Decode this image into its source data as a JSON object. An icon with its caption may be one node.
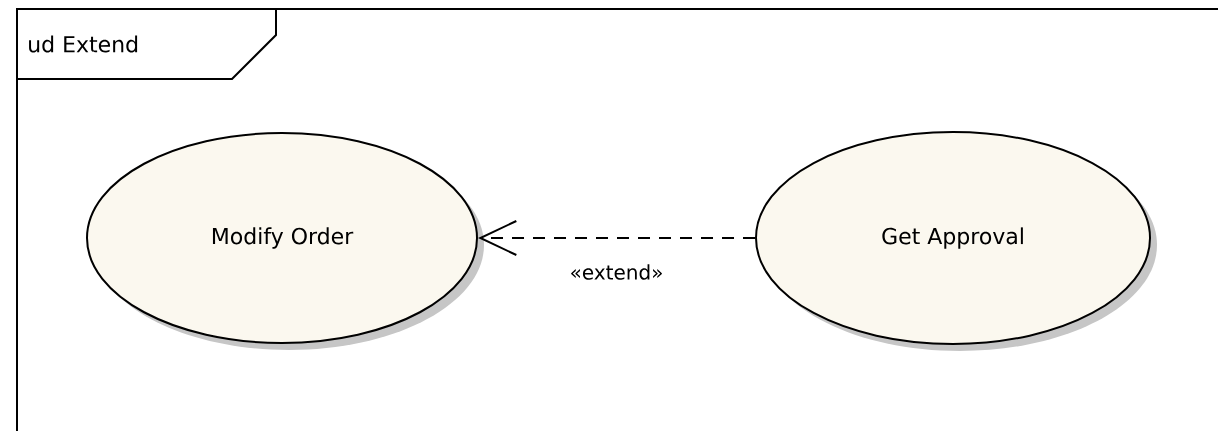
{
  "diagram": {
    "nodes": [
      {
        "text": [
          "ud Extend"
        ]
      },
      {
        "text": [
          "Modify Order"
        ],
        "in": 0
      },
      {
        "text": [
          "Get Approval"
        ],
        "in": 0
      }
    ],
    "edges": [
      {
        "from": 2,
        "to": 1,
        "arrow": "to",
        "label": "«extend»",
        "style": "dashed"
      }
    ]
  }
}
